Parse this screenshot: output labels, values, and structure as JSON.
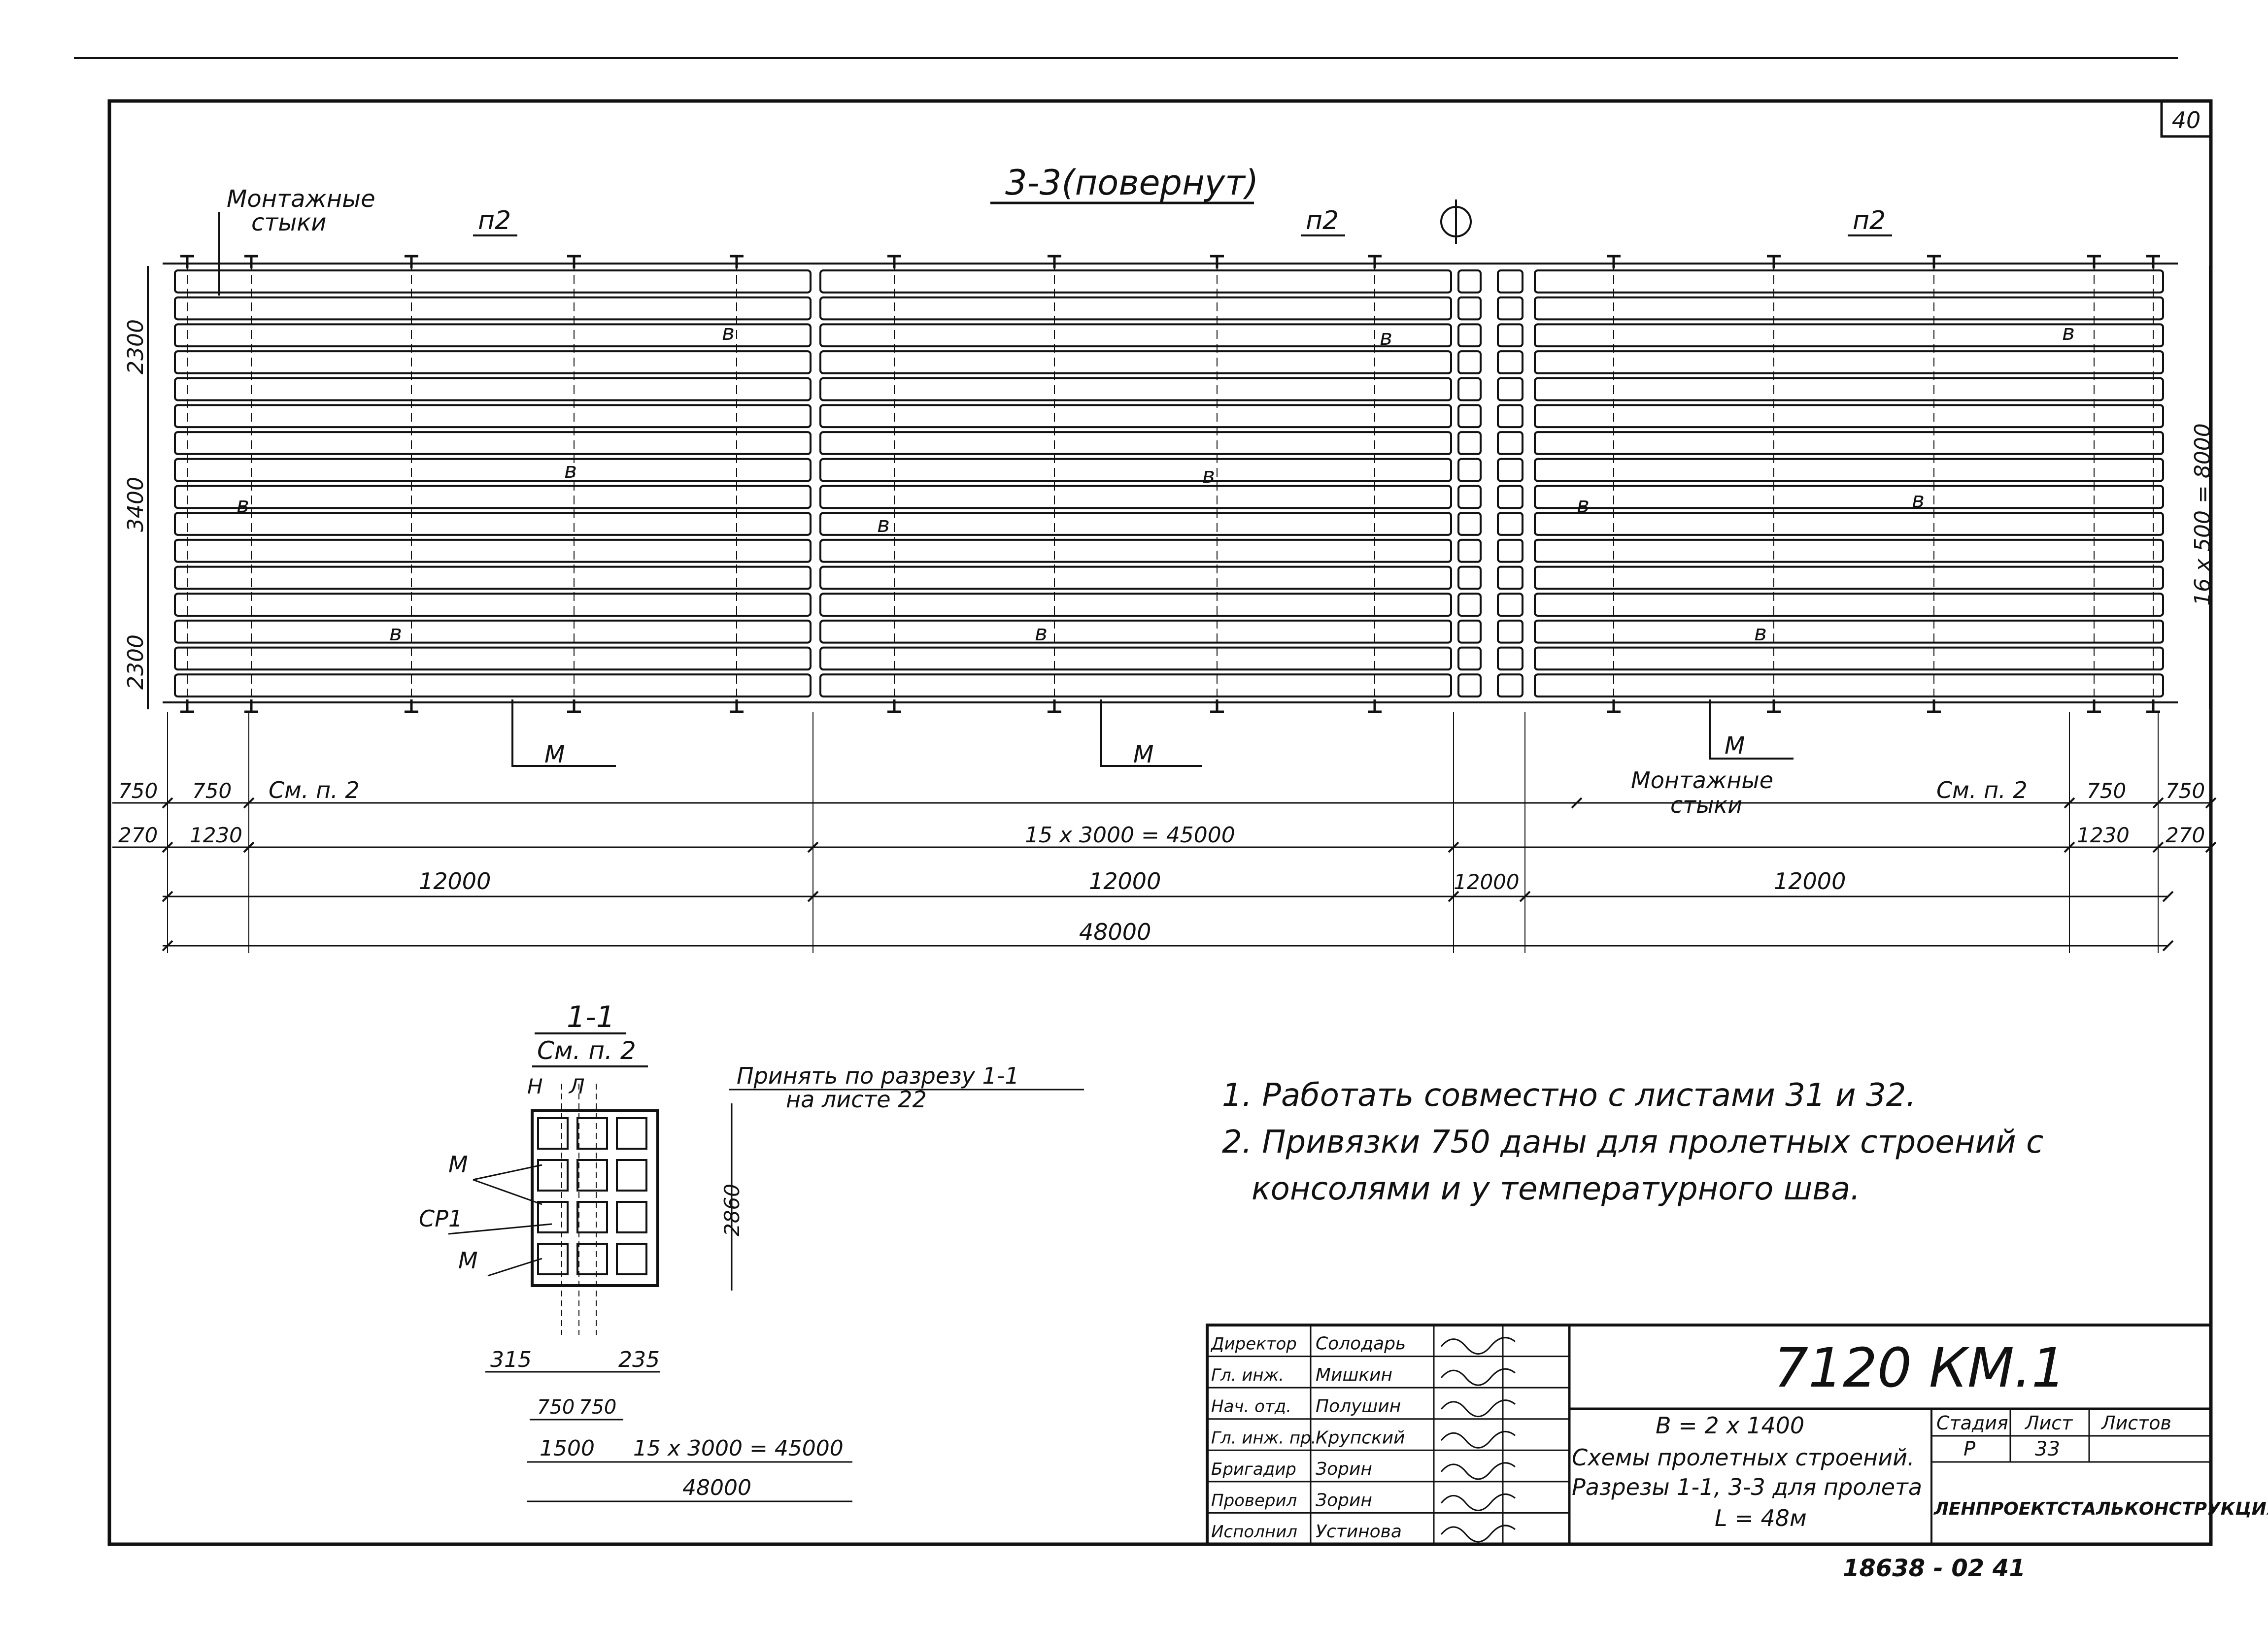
{
  "sheet_number": "40",
  "section_main": {
    "title": "3-3(повернут)",
    "label_joints": [
      "Монтажные",
      "стыки"
    ],
    "label_p2": "п2",
    "label_m": "М",
    "label_b": "в",
    "label_axis_mark": "⌀",
    "left_dims": [
      "2300",
      "3400",
      "2300"
    ],
    "right_dim": "16 x 500 = 8000",
    "dim_row1_left": [
      "750",
      "750"
    ],
    "dim_row1_note": "См. п. 2",
    "dim_row1_right": [
      "750",
      "750"
    ],
    "dim_row2_left": [
      "270",
      "1230"
    ],
    "dim_row2_center": "15 x 3000 = 45000",
    "dim_row2_right": [
      "1230",
      "270"
    ],
    "dim_row3": [
      "12000",
      "12000",
      "12000",
      "12000"
    ],
    "dim_total": "48000"
  },
  "section_small": {
    "title": "1-1",
    "subtitle": "См. п. 2",
    "note": [
      "Принять по разрезу 1-1",
      "на листе 22"
    ],
    "labels": {
      "n": "Н",
      "l": "Л",
      "m": "М",
      "sp1": "СР1"
    },
    "dim_height": "2860",
    "dim_315": "315",
    "dim_235": "235",
    "dim_750a": "750",
    "dim_750b": "750",
    "dim_1500": "1500",
    "dim_mid": "15 x 3000 = 45000",
    "dim_total": "48000"
  },
  "notes": [
    "1. Работать совместно с листами 31 и 32.",
    "2. Привязки 750 даны для пролетных строений с",
    "консолями и у температурного шва."
  ],
  "title_block": {
    "roles": [
      {
        "role": "Директор",
        "name": "Солодарь"
      },
      {
        "role": "Гл. инж.",
        "name": "Мишкин"
      },
      {
        "role": "Нач. отд.",
        "name": "Полушин"
      },
      {
        "role": "Гл. инж. пр.",
        "name": "Крупский"
      },
      {
        "role": "Бригадир",
        "name": "Зорин"
      },
      {
        "role": "Проверил",
        "name": "Зорин"
      },
      {
        "role": "Исполнил",
        "name": "Устинова"
      }
    ],
    "doc_code": "7120 КМ.1",
    "width_label": "В = 2 x 1400",
    "desc": [
      "Схемы пролетных строений.",
      "Разрезы 1-1, 3-3 для пролета",
      "L = 48м"
    ],
    "stage_header": "Стадия",
    "sheet_header": "Лист",
    "sheets_header": "Листов",
    "stage": "Р",
    "sheet": "33",
    "org": "ЛЕНПРОЕКТСТАЛЬКОНСТРУКЦИЯ"
  },
  "archive_number": "18638 - 02   41"
}
